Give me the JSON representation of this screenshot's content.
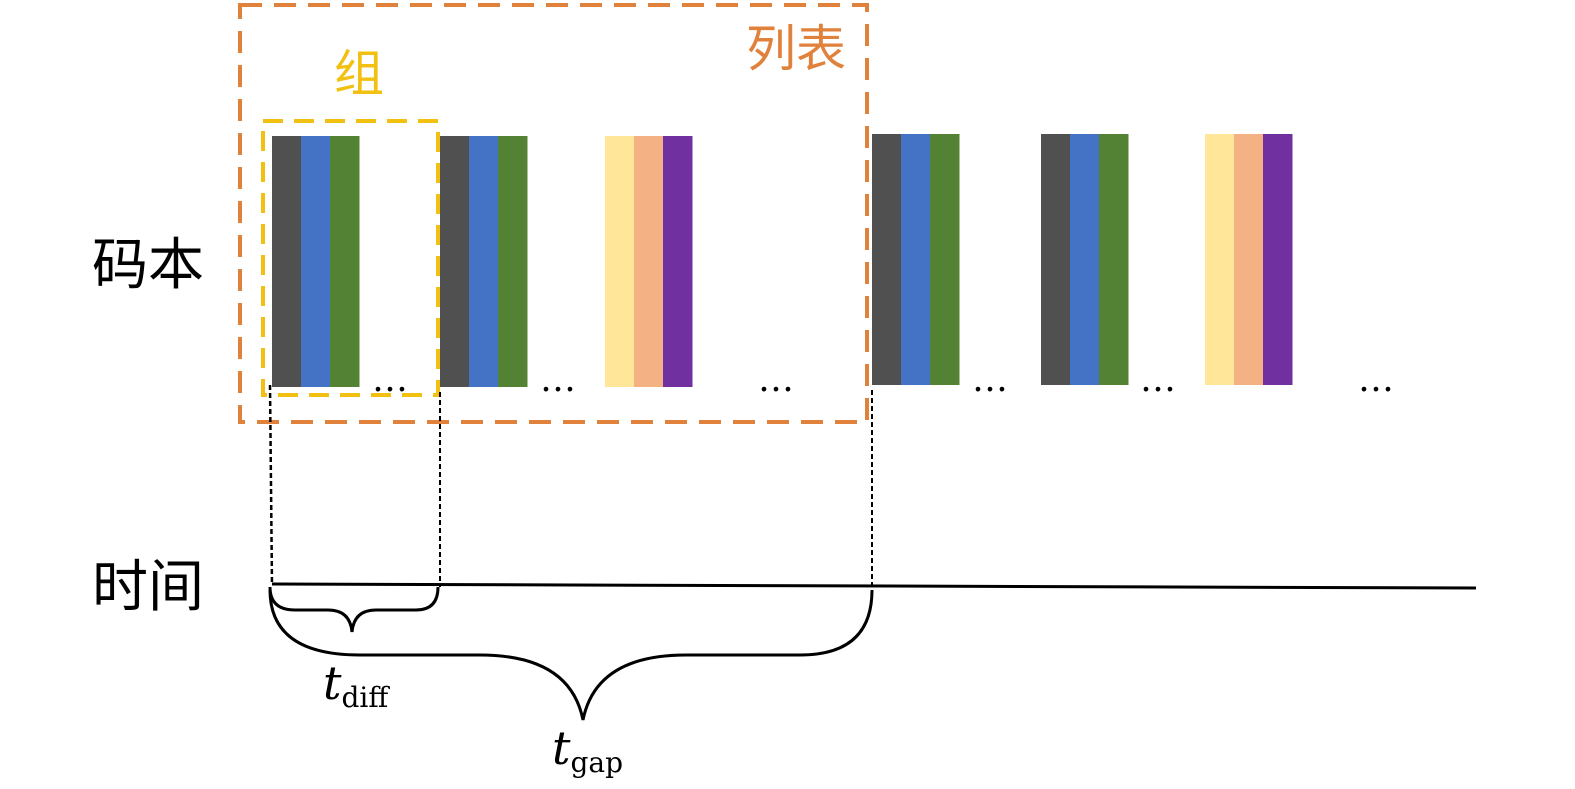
{
  "labels": {
    "codebook": "码本",
    "time": "时间",
    "group": "组",
    "list": "列表",
    "t_diff_main": "t",
    "t_diff_sub": "diff",
    "t_gap_main": "t",
    "t_gap_sub": "gap",
    "ellipsis": "…"
  },
  "colors": {
    "list_outline": "#E0823C",
    "group_outline": "#F2C010",
    "stroke": "#000000",
    "stripe_dark_gray": "#505050",
    "stripe_blue": "#4472C4",
    "stripe_green": "#548235",
    "stripe_light_yellow": "#FFE699",
    "stripe_peach": "#F4B183",
    "stripe_purple": "#7030A0"
  },
  "stripe_groups": [
    {
      "stripes": [
        "stripe_dark_gray",
        "stripe_blue",
        "stripe_green"
      ]
    },
    {
      "stripes": [
        "stripe_dark_gray",
        "stripe_blue",
        "stripe_green"
      ]
    },
    {
      "stripes": [
        "stripe_light_yellow",
        "stripe_peach",
        "stripe_purple"
      ]
    },
    {
      "stripes": [
        "stripe_dark_gray",
        "stripe_blue",
        "stripe_green"
      ]
    },
    {
      "stripes": [
        "stripe_dark_gray",
        "stripe_blue",
        "stripe_green"
      ]
    },
    {
      "stripes": [
        "stripe_light_yellow",
        "stripe_peach",
        "stripe_purple"
      ]
    }
  ]
}
